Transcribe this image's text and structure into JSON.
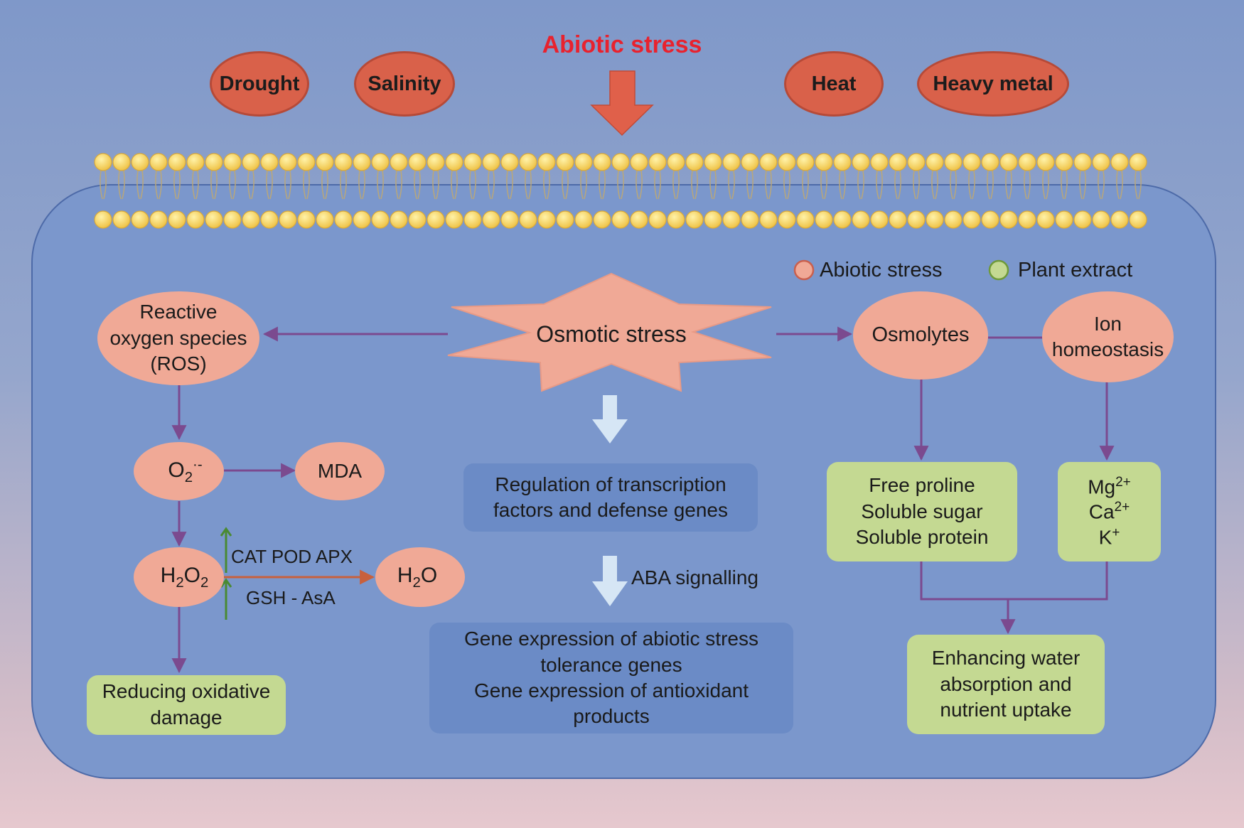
{
  "title": "Abiotic stress",
  "stressors": [
    "Drought",
    "Salinity",
    "Heat",
    "Heavy metal"
  ],
  "legend": [
    {
      "label": "Abiotic stress",
      "color": "#f0a996"
    },
    {
      "label": "Plant extract",
      "color": "#c4d992"
    }
  ],
  "center": {
    "label": "Osmotic stress"
  },
  "ros": {
    "line1": "Reactive",
    "line2": "oxygen species",
    "line3": "(ROS)"
  },
  "chem": {
    "o2_main": "O",
    "o2_sub": "2",
    "o2_sup": "·-",
    "mda": "MDA",
    "h2o2_h": "H",
    "h2o2_sub1": "2",
    "h2o2_o": "O",
    "h2o2_sub2": "2",
    "h2o_h": "H",
    "h2o_sub": "2",
    "h2o_o": "O"
  },
  "enzymes": {
    "top": "CAT POD APX",
    "bottom": "GSH - AsA"
  },
  "reducing": {
    "line1": "Reducing oxidative",
    "line2": "damage"
  },
  "transcription": {
    "line1": "Regulation of transcription",
    "line2": "factors and defense genes"
  },
  "aba": "ABA signalling",
  "gene_expression": {
    "line1": "Gene expression of abiotic stress",
    "line2": "tolerance genes",
    "line3": "Gene expression of antioxidant",
    "line4": "products"
  },
  "osmolytes": "Osmolytes",
  "ion": {
    "line1": "Ion",
    "line2": "homeostasis"
  },
  "proline_box": {
    "line1": "Free proline",
    "line2": "Soluble sugar",
    "line3": "Soluble protein"
  },
  "ions_box": {
    "mg": "Mg",
    "mg_sup": "2+",
    "ca": "Ca",
    "ca_sup": "2+",
    "k": "K",
    "k_sup": "+"
  },
  "water": {
    "line1": "Enhancing water",
    "line2": "absorption and",
    "line3": "nutrient uptake"
  },
  "colors": {
    "arrow_line": "#7b4a8f",
    "big_arrow": "#e0604a",
    "light_arrow": "#d6e6f5",
    "up_orange": "#c8603c",
    "up_green": "#4a8a32",
    "lipid_head": "#f7d66a"
  }
}
